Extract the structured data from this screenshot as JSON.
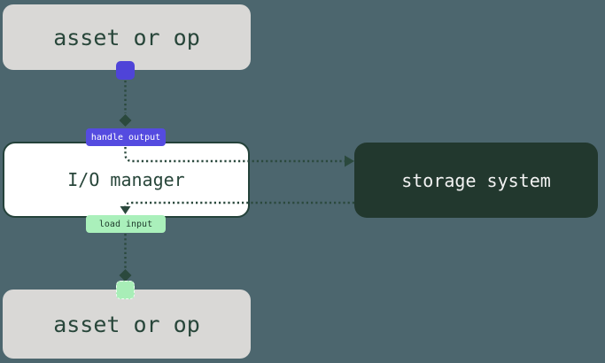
{
  "nodes": {
    "asset_top": {
      "label": "asset or op"
    },
    "io_manager": {
      "label": "I/O manager"
    },
    "storage": {
      "label": "storage system"
    },
    "asset_bottom": {
      "label": "asset or op"
    }
  },
  "badges": {
    "handle_output": {
      "label": "handle output"
    },
    "load_input": {
      "label": "load input"
    }
  },
  "icons": {
    "output_port": "output-port-square",
    "input_port": "input-port-square",
    "diamond_arrowheads": "diamond-arrowhead",
    "triangle_arrowheads": "triangle-arrowhead"
  },
  "colors": {
    "bg": "#4c666e",
    "box_gray": "#d9d8d6",
    "text_dark": "#28463a",
    "io_bg": "#ffffff",
    "io_border": "#24423a",
    "storage_bg": "#22382e",
    "storage_text": "#f2f2f2",
    "purple": "#4f44d8",
    "badge_purple": "#554be0",
    "green": "#a8eeb7",
    "badge_green": "#aaf0bb",
    "badge_green_text": "#1d3a2b",
    "line": "#2b493d"
  }
}
